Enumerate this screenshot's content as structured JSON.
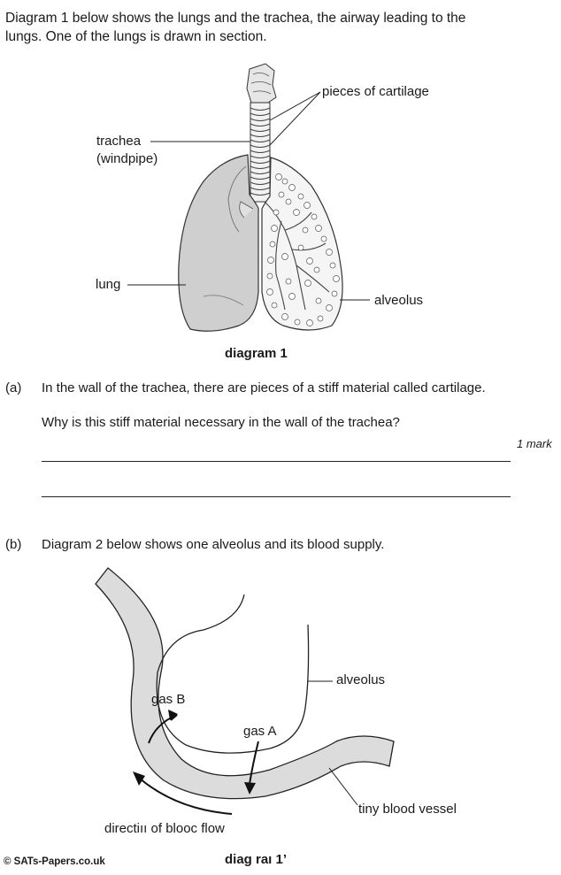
{
  "intro": {
    "line1": "Diagram 1 below shows the lungs and the trachea, the airway leading to the",
    "line2": "lungs.  One of the lungs is drawn in section."
  },
  "diagram1": {
    "labels": {
      "cartilage": "pieces of cartilage",
      "trachea_line1": "trachea",
      "trachea_line2": "(windpipe)",
      "lung": "lung",
      "alveolus": "alveolus"
    },
    "caption": "diagram 1"
  },
  "question_a": {
    "letter": "(a)",
    "line1": "In the wall of the trachea, there are pieces of a stiff material called cartilage.",
    "line2": "Why is this stiff material necessary in the wall of the trachea?",
    "marks": "1 mark"
  },
  "question_b": {
    "letter": "(b)",
    "line1": "Diagram 2 below shows one alveolus and its blood supply."
  },
  "diagram2": {
    "labels": {
      "alveolus": "alveolus",
      "gas_b": "gas B",
      "gas_a": "gas A",
      "vessel": "tiny blood vessel",
      "direction": "directiıı of blooс flow"
    },
    "caption": "diaɡ raı 1’"
  },
  "watermark": "© SATs-Papers.co.uk"
}
